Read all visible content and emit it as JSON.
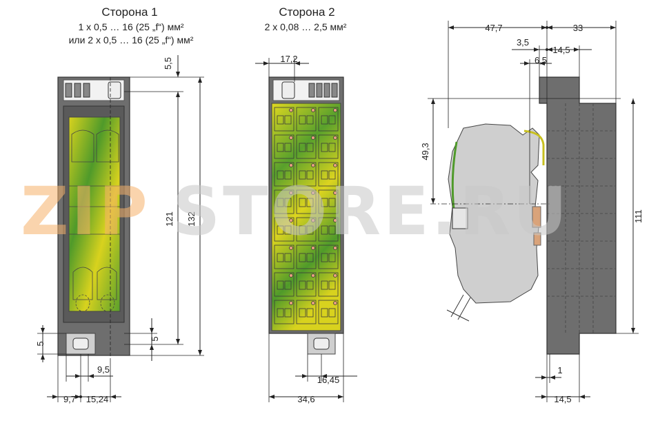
{
  "side1": {
    "title": "Сторона 1",
    "line1": "1 x 0,5 … 16 (25 „f“) мм²",
    "line2": "или 2 x 0,5 … 16 (25 „f“) мм²"
  },
  "side2": {
    "title": "Сторона 2",
    "line1": "2 x 0,08 … 2,5 мм²"
  },
  "dimensions": {
    "d5_5": "5,5",
    "d121": "121",
    "d132": "132",
    "d5_left": "5",
    "d5_right": "5",
    "d9_5": "9,5",
    "d9_7": "9,7",
    "d15_24": "15,24",
    "d17_2": "17,2",
    "d16_45": "16,45",
    "d34_6": "34,6",
    "d47_7": "47,7",
    "d33": "33",
    "d3_5": "3,5",
    "d14_5_top": "14,5",
    "d6_5": "6,5",
    "d49_3": "49,3",
    "d111": "111",
    "d1": "1",
    "d14_5_bottom": "14,5"
  },
  "watermark": {
    "text_left": "ZIP",
    "text_right": "STORE.RU"
  },
  "colors": {
    "body": "#6e6e6e",
    "terminal_yellow": "#d8d21e",
    "terminal_green": "#4f9a2a",
    "watermark_orange": "#f6b26b",
    "watermark_gray": "#c8c8c8"
  }
}
